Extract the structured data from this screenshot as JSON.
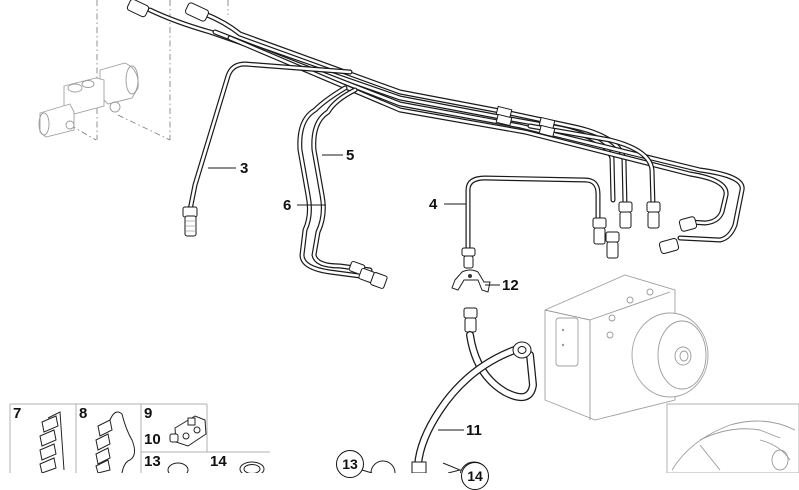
{
  "diagram": {
    "callouts": [
      {
        "id": "3",
        "label": "3"
      },
      {
        "id": "4",
        "label": "4"
      },
      {
        "id": "5",
        "label": "5"
      },
      {
        "id": "6",
        "label": "6"
      },
      {
        "id": "11",
        "label": "11"
      },
      {
        "id": "12",
        "label": "12"
      },
      {
        "id": "13-circled",
        "label": "13"
      },
      {
        "id": "14-circled",
        "label": "14"
      }
    ],
    "inset_parts": [
      {
        "id": "7",
        "label": "7"
      },
      {
        "id": "8",
        "label": "8"
      },
      {
        "id": "9",
        "label": "9"
      },
      {
        "id": "10",
        "label": "10"
      },
      {
        "id": "13",
        "label": "13"
      },
      {
        "id": "14",
        "label": "14"
      }
    ],
    "line_color": "#1a1a1a",
    "faint_color": "#a0a0a0"
  }
}
